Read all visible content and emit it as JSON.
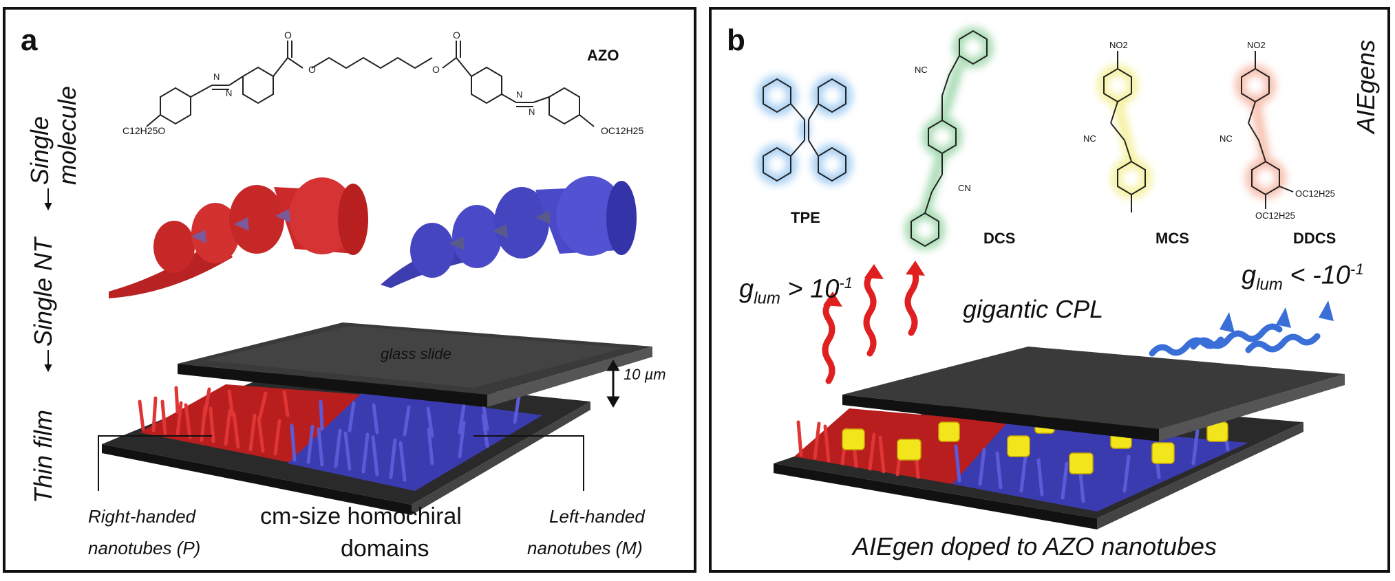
{
  "panel_a": {
    "letter": "a",
    "molecule_name": "AZO",
    "left_tail": "C12H25O",
    "right_tail": "OC12H25",
    "side_labels": [
      "Single molecule",
      "Single NT",
      "Thin film"
    ],
    "glass_slide": "glass slide",
    "gap": "10 µm",
    "right_handed": [
      "Right-handed",
      "nanotubes (P)"
    ],
    "domains": [
      "cm-size homochiral",
      "domains"
    ],
    "left_handed": [
      "Left-handed",
      "nanotubes (M)"
    ],
    "colors": {
      "right": "#cf2b2b",
      "left": "#4a4ac8"
    }
  },
  "panel_b": {
    "letter": "b",
    "aiegens_label": "AIEgens",
    "molecules": [
      {
        "name": "TPE",
        "glow": "#8fc3f0"
      },
      {
        "name": "DCS",
        "glow": "#8fd19e"
      },
      {
        "name": "MCS",
        "glow": "#f3ee8a"
      },
      {
        "name": "DDCS",
        "glow": "#f5b39e"
      }
    ],
    "nitro": "NO2",
    "cn": "NC",
    "cn2": "CN",
    "ddcs_oc1": "OC12H25",
    "ddcs_oc2": "OC12H25",
    "glum_left": "glum > 10-1",
    "glum_left_parts": [
      "g",
      "lum",
      " > 10",
      "-1"
    ],
    "glum_right_parts": [
      "g",
      "lum",
      " < -10",
      "-1"
    ],
    "gigantic": "gigantic CPL",
    "caption": "AIEgen doped to AZO nanotubes",
    "colors": {
      "cpl_left": "#e02020",
      "cpl_right": "#3a6fd8",
      "dopant": "#f3e51c"
    }
  }
}
